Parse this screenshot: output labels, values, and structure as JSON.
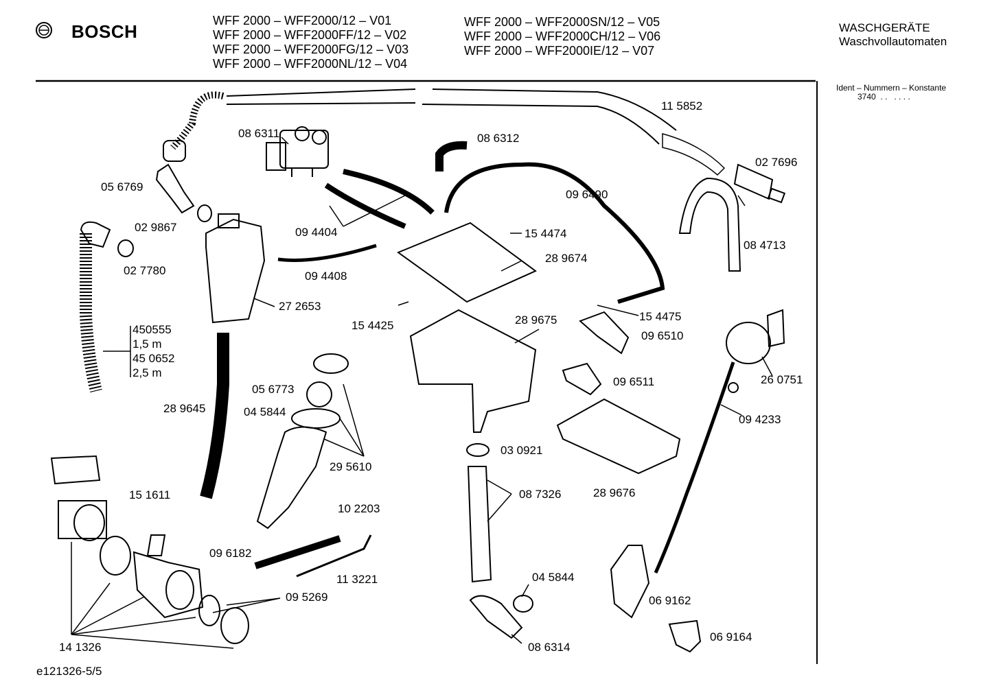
{
  "header": {
    "brand": "BOSCH",
    "models_left": [
      "WFF 2000 – WFF2000/12 – V01",
      "WFF 2000 – WFF2000FF/12 – V02",
      "WFF 2000 – WFF2000FG/12 – V03",
      "WFF 2000 – WFF2000NL/12 – V04"
    ],
    "models_right": [
      "WFF 2000 – WFF2000SN/12 – V05",
      "WFF 2000 – WFF2000CH/12 – V06",
      "WFF 2000 – WFF2000IE/12 – V07"
    ],
    "category_line1": "WASCHGERÄTE",
    "category_line2": "Waschvollautomaten"
  },
  "ident": {
    "title": "Ident – Nummern – Konstante",
    "value": "3740  . .   . . . ."
  },
  "parts": [
    "11 5852",
    "08 6311",
    "08 6312",
    "02 7696",
    "05 6769",
    "09 6490",
    "02 9867",
    "09 4404",
    "15 4474",
    "28 9674",
    "08 4713",
    "02 7780",
    "09 4408",
    "27 2653",
    "15 4425",
    "28 9675",
    "15 4475",
    "09 6510",
    "450555",
    "1,5 m",
    "45 0652",
    "2,5 m",
    "26 0751",
    "05 6773",
    "09 6511",
    "09 4233",
    "28 9645",
    "04 5844",
    "29 5610",
    "03 0921",
    "08 7326",
    "28 9676",
    "15 1611",
    "10 2203",
    "09 6182",
    "11 3221",
    "04 5844",
    "09 5269",
    "06 9162",
    "14 1326",
    "08 6314",
    "06 9164"
  ],
  "footer": {
    "code": "e121326-5/5"
  }
}
